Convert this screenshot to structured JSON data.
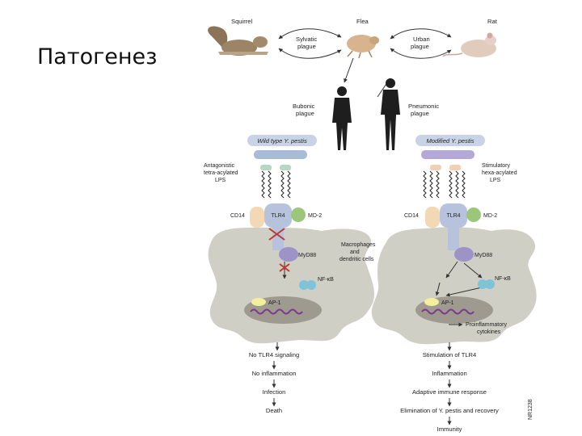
{
  "slide": {
    "title": "Патогенез"
  },
  "figure": {
    "animals": {
      "squirrel": "Squirrel",
      "flea": "Flea",
      "rat": "Rat"
    },
    "cycles": {
      "sylvatic": [
        "Sylvatic",
        "plague"
      ],
      "urban": [
        "Urban",
        "plague"
      ]
    },
    "humans": {
      "bubonic": [
        "Bubonic",
        "plague"
      ],
      "pneumonic": [
        "Pneumonic",
        "plague"
      ]
    },
    "left": {
      "strain": "Wild type Y. pestis",
      "lps": [
        "Antagonistic",
        "tetra-acylated",
        "LPS"
      ],
      "cd14": "CD14",
      "tlr4": "TLR4",
      "md2": "MD-2",
      "myd88": "MyD88",
      "nfkb": "NF-κB",
      "ap1": "AP-1",
      "flow": [
        "No TLR4 signaling",
        "No inflammation",
        "Infection",
        "Death"
      ]
    },
    "right": {
      "strain": "Modified Y. pestis",
      "lps": [
        "Stimulatory",
        "hexa-acylated",
        "LPS"
      ],
      "cd14": "CD14",
      "tlr4": "TLR4",
      "md2": "MD-2",
      "myd88": "MyD88",
      "nfkb": "NF-κB",
      "ap1": "AP-1",
      "cytokines": [
        "Proinflammatory",
        "cytokines"
      ],
      "flow": [
        "Stimulation of TLR4",
        "Inflammation",
        "Adaptive immune response",
        "Elimination of Y. pestis and recovery",
        "Immunity"
      ]
    },
    "cells": [
      "Macrophages",
      "and",
      "dendritic cells"
    ],
    "side_code": "NR1238"
  },
  "colors": {
    "cell": "#cfcfc6",
    "nucleus": "#9e9a90",
    "tlr4": "#b7c3dd",
    "myd88": "#9d93c6",
    "md2": "#9cc77a",
    "cd14": "#f2d8b4",
    "nfkb": "#7ec3d8",
    "ap1": "#f3ef9a",
    "strain_box": "#c8d4e6",
    "arrow": "#333333",
    "block": "#c0392b"
  }
}
